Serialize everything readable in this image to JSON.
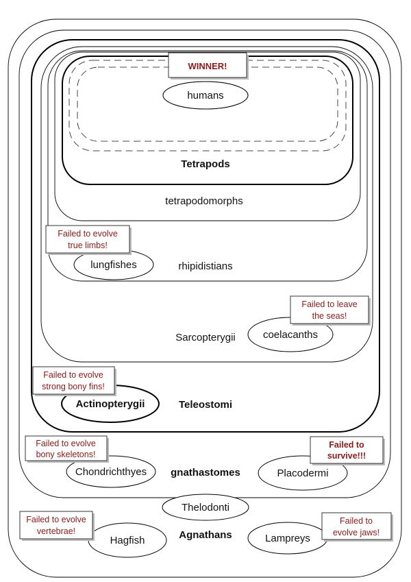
{
  "groups": {
    "agnathans": "Agnathans",
    "gnathastomes": "gnathastomes",
    "teleostomi": "Teleostomi",
    "sarcopterygii": "Sarcopterygii",
    "rhipidistians": "rhipidistians",
    "tetrapodomorphs": "tetrapodomorphs",
    "tetrapods": "Tetrapods"
  },
  "taxa": {
    "humans": "humans",
    "lungfishes": "lungfishes",
    "coelacanths": "coelacanths",
    "actinopterygii": "Actinopterygii",
    "chondrichthyes": "Chondrichthyes",
    "placodermi": "Placodermi",
    "thelodonti": "Thelodonti",
    "hagfish": "Hagfish",
    "lampreys": "Lampreys"
  },
  "notes": {
    "winner": "WINNER!",
    "lungfishes": [
      "Failed to evolve",
      "true limbs!"
    ],
    "coelacanths": [
      "Failed to leave",
      "the seas!"
    ],
    "actinopterygii": [
      "Failed to evolve",
      "strong bony fins!"
    ],
    "chondrichthyes": [
      "Failed to evolve",
      "bony skeletons!"
    ],
    "placodermi": [
      "Failed to",
      "survive!!!"
    ],
    "hagfish": [
      "Failed to evolve",
      "vertebrae!"
    ],
    "lampreys": [
      "Failed to",
      "evolve jaws!"
    ]
  },
  "colors": {
    "note_text": "#8b1a1a",
    "outline": "#000000"
  }
}
